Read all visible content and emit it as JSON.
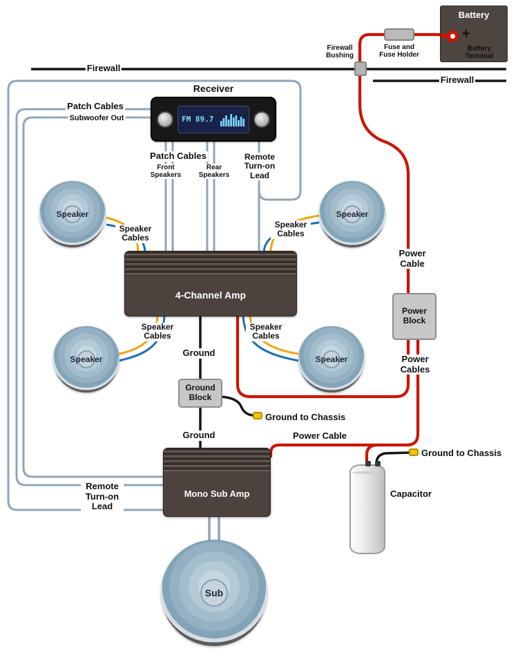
{
  "palette": {
    "wire_patch": "#8fa6b8",
    "wire_yellow": "#f2a40a",
    "wire_blue": "#1a6fb5",
    "wire_power": "#cc1400",
    "wire_ground": "#141414",
    "amp_body": "#4c423e",
    "block_gray": "#c7c7c7",
    "display_text": "#7fd9ff"
  },
  "battery": {
    "label": "Battery",
    "plus": "+",
    "terminal_label": "Battery Terminal"
  },
  "fuse_holder": {
    "label": "Fuse and Fuse Holder"
  },
  "firewall": {
    "bushing_label": "Firewall Bushing",
    "left_label": "Firewall",
    "right_label": "Firewall"
  },
  "receiver": {
    "title": "Receiver",
    "display_text": "FM 89.7"
  },
  "labels": {
    "patch_sub_line1": "Patch Cables",
    "patch_sub_line2": "Subwoofer Out",
    "patch_main": "Patch Cables",
    "patch_front": "Front Speakers",
    "patch_rear": "Rear Speakers",
    "remote_lead_top": "Remote Turn-on Lead",
    "remote_lead_bottom": "Remote Turn-on Lead",
    "speaker_cables_front_left": "Speaker Cables",
    "speaker_cables_front_right": "Speaker Cables",
    "speaker_cables_rear_left": "Speaker Cables",
    "speaker_cables_rear_right": "Speaker Cables",
    "ground_top": "Ground",
    "ground_bottom": "Ground",
    "ground_to_chassis_mid": "Ground to Chassis",
    "ground_to_chassis_right": "Ground to Chassis",
    "power_cable_right": "Power Cable",
    "power_cables": "Power Cables",
    "power_cable_mono": "Power Cable",
    "capacitor": "Capacitor"
  },
  "components": {
    "four_channel_amp": "4-Channel Amp",
    "mono_sub_amp": "Mono Sub Amp",
    "ground_block": "Ground Block",
    "power_block": "Power Block",
    "speaker_front_left": "Speaker",
    "speaker_front_right": "Speaker",
    "speaker_rear_left": "Speaker",
    "speaker_rear_right": "Speaker",
    "sub": "Sub"
  }
}
